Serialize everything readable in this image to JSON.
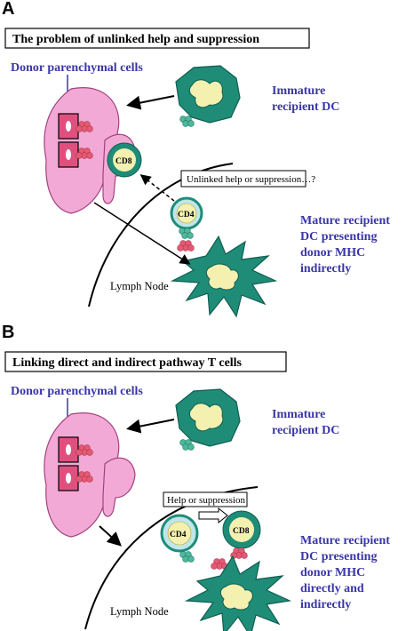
{
  "panel_a": {
    "letter": "A",
    "title": "The problem of unlinked help and suppression",
    "donor_label": "Donor parenchymal cells",
    "immature_dc_lines": [
      "Immature",
      "recipient DC"
    ],
    "callout": "Unlinked help or suppression…?",
    "cd8_label": "CD8",
    "cd4_label": "CD4",
    "mature_dc_lines": [
      "Mature recipient",
      "DC presenting",
      "donor MHC",
      "indirectly"
    ],
    "lymph_node_label": "Lymph Node"
  },
  "panel_b": {
    "letter": "B",
    "title": "Linking direct and indirect pathway T cells",
    "donor_label": "Donor parenchymal cells",
    "immature_dc_lines": [
      "Immature",
      "recipient DC"
    ],
    "callout": "Help or suppression",
    "cd4_label": "CD4",
    "cd8_label": "CD8",
    "mature_dc_lines": [
      "Mature recipient",
      "DC presenting",
      "donor MHC",
      "directly and",
      "indirectly"
    ],
    "lymph_node_label": "Lymph Node"
  },
  "colors": {
    "donor_cell": "#f2a9d6",
    "nucleus_box": "#e0507f",
    "mhc_beads": "#e35a73",
    "dc_green": "#1f8c78",
    "dc_center": "#f4f0b0",
    "tcell_ring": "#1f8c78",
    "cd4_cell": "#bfe6ea",
    "label_blue": "#3a36a8"
  },
  "icons": [
    "donor-parenchymal-cell",
    "immature-dendritic-cell",
    "mature-dendritic-cell",
    "cd8-t-cell",
    "cd4-t-cell",
    "mhc-beads"
  ]
}
